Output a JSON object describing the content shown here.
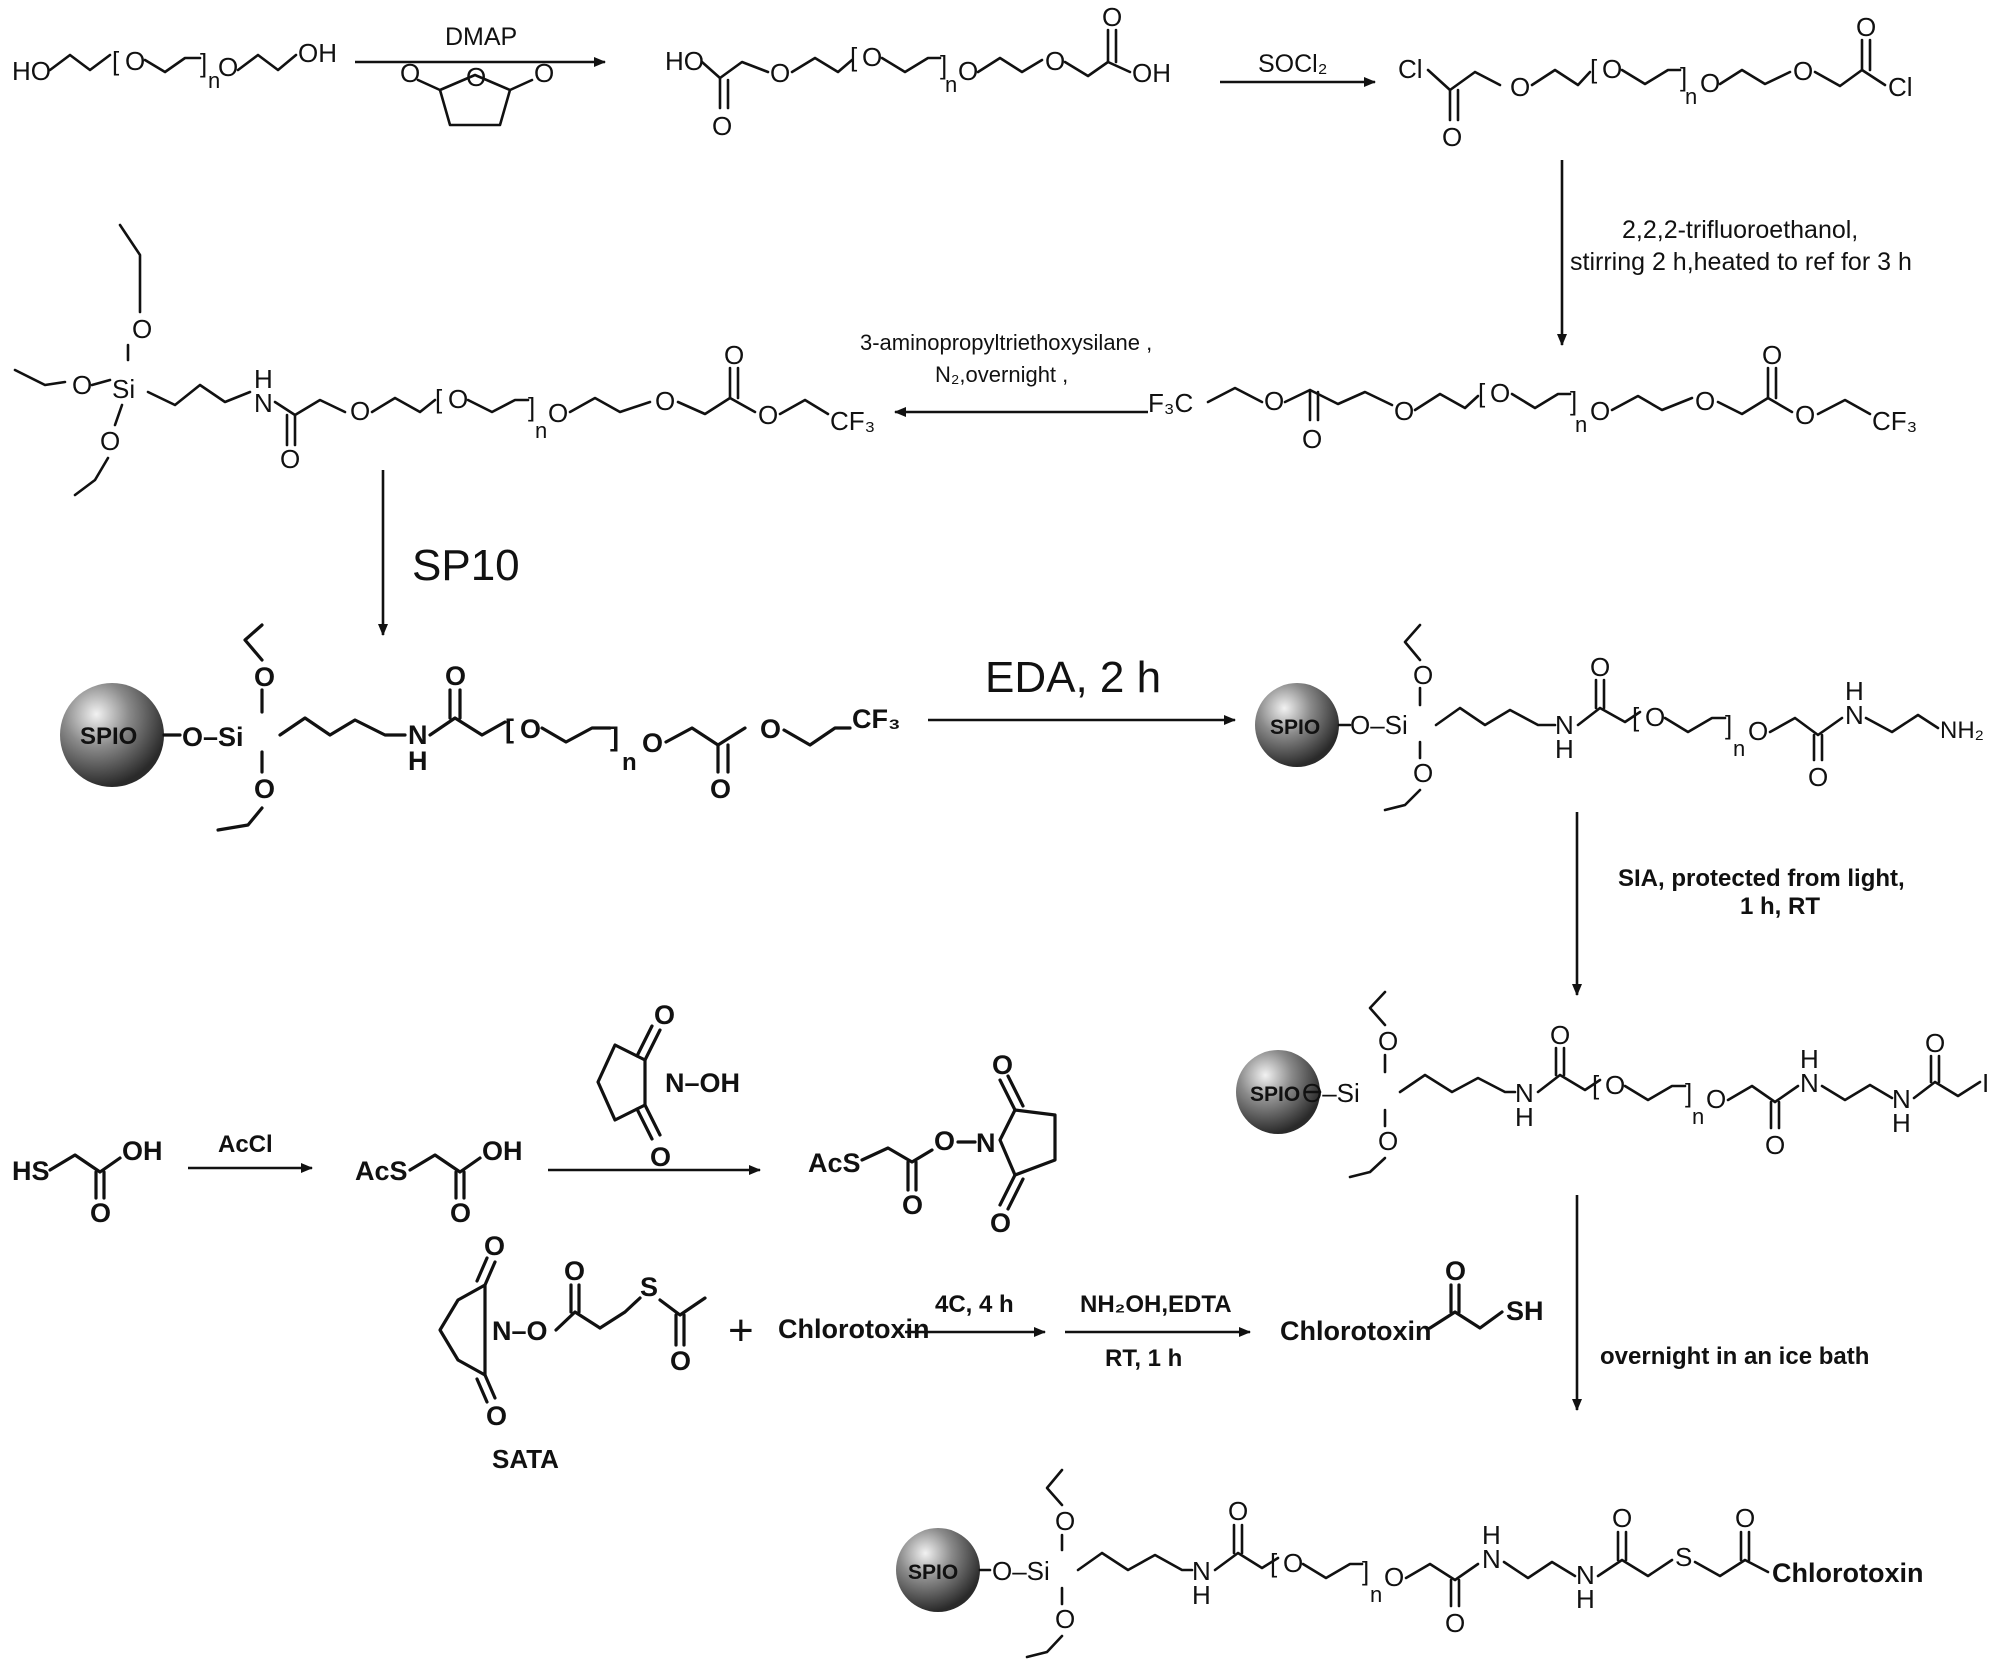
{
  "scheme": {
    "labels": {
      "HO": "HO",
      "OH": "OH",
      "O": "O",
      "n": "n",
      "Cl": "Cl",
      "F3C": "F₃C",
      "CF3": "CF₃",
      "Si": "Si",
      "H": "H",
      "N": "N",
      "NH2": "NH₂",
      "I": "I",
      "S": "S",
      "HS": "HS",
      "AcS": "AcS",
      "N_OH": "N–OH",
      "N_O": "N–O",
      "O_Si": "O–Si",
      "SPIO": "SPIO",
      "chlorotoxin": "Chlorotoxin",
      "SATA": "SATA",
      "plus": "+"
    },
    "conditions": {
      "dmap": "DMAP",
      "socl2": "SOCl₂",
      "tfe_1": "2,2,2-trifluoroethanol,",
      "tfe_2": "stirring 2 h,heated to ref for 3 h",
      "aptes_1": "3-aminopropyltriethoxysilane ,",
      "aptes_2": "N₂,overnight ,",
      "sp10": "SP10",
      "eda": "EDA, 2 h",
      "sia_1": "SIA,   protected from light,",
      "sia_2": "1 h,   RT",
      "acl": "AcCl",
      "c4": "4C,   4 h",
      "nh2oh": "NH₂OH,EDTA",
      "rt1h": "RT,   1 h",
      "ice": "overnight in an ice bath"
    },
    "colors": {
      "ink": "#111111",
      "sphere_light": "#f2f2f2",
      "sphere_dark": "#2a2a2a"
    }
  }
}
